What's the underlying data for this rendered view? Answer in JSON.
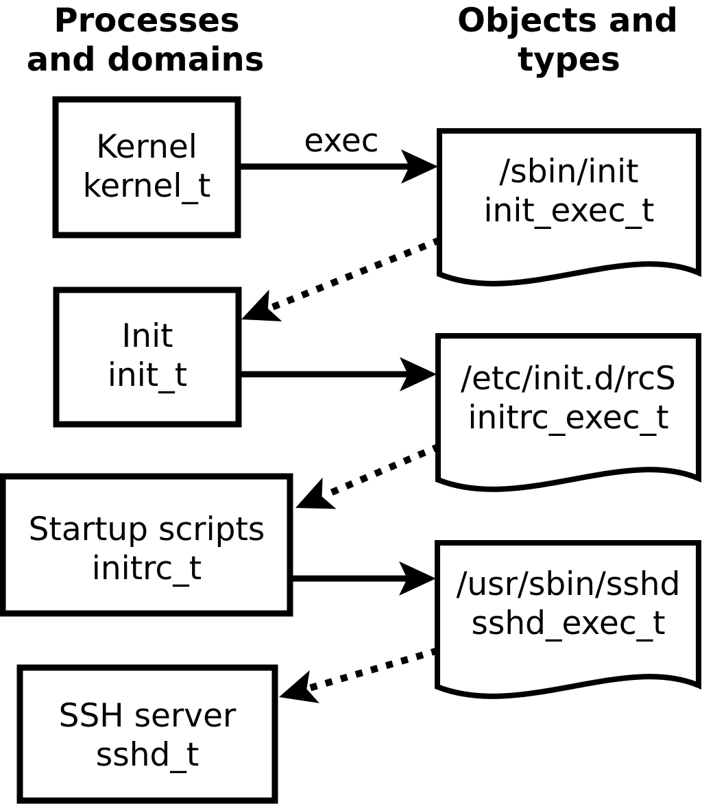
{
  "headers": {
    "left": {
      "line1": "Processes",
      "line2": "and domains"
    },
    "right": {
      "line1": "Objects and",
      "line2": "types"
    }
  },
  "processes": [
    {
      "label": "Kernel",
      "domain": "kernel_t"
    },
    {
      "label": "Init",
      "domain": "init_t"
    },
    {
      "label": "Startup scripts",
      "domain": "initrc_t"
    },
    {
      "label": "SSH server",
      "domain": "sshd_t"
    }
  ],
  "objects": [
    {
      "path": "/sbin/init",
      "type": "init_exec_t"
    },
    {
      "path": "/etc/init.d/rcS",
      "type": "initrc_exec_t"
    },
    {
      "path": "/usr/sbin/sshd",
      "type": "sshd_exec_t"
    }
  ],
  "labels": {
    "exec": "exec"
  },
  "colors": {
    "line": "#000000",
    "fill": "#ffffff"
  }
}
